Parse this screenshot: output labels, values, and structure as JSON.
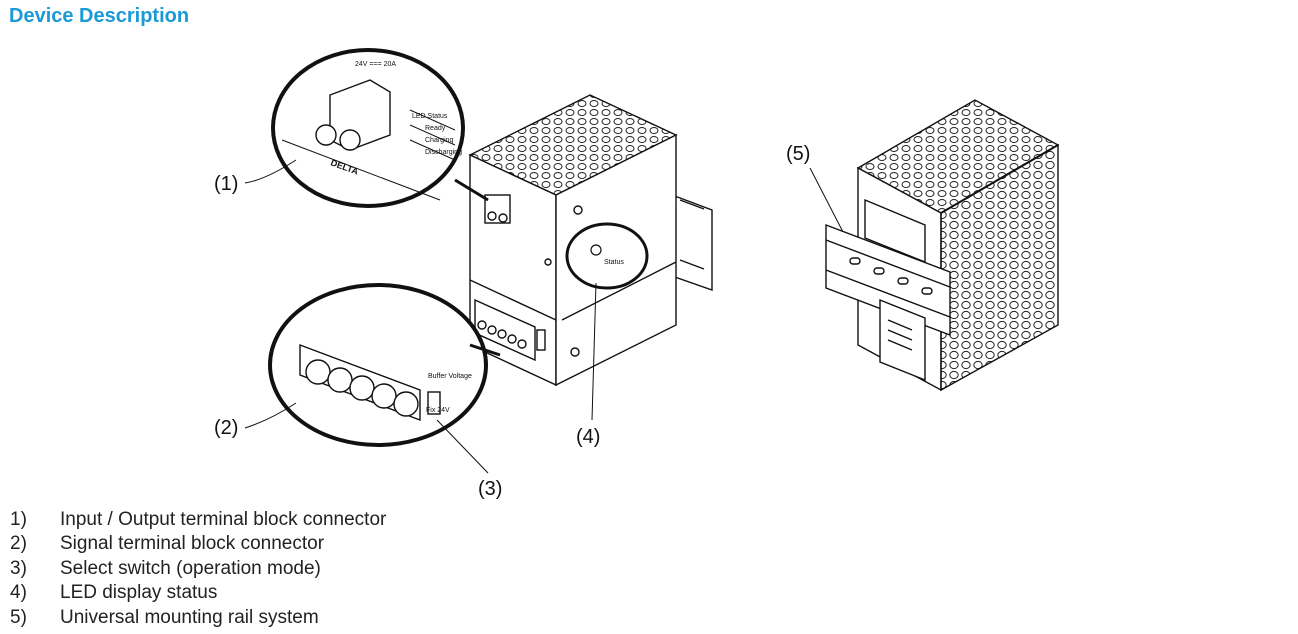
{
  "section_title": "Device Description",
  "callouts": [
    "(1)",
    "(2)",
    "(3)",
    "(4)",
    "(5)"
  ],
  "device_labels": {
    "rating": "24V === 20A",
    "led_status": "LED Status",
    "ready": "Ready",
    "charging": "Charging",
    "discharging": "Discharging",
    "brand": "DELTA",
    "status": "Status",
    "buffer_voltage": "Buffer Voltage",
    "fix_24v": "Fix 24V"
  },
  "items": [
    {
      "num": "1)",
      "text": "Input / Output terminal block connector"
    },
    {
      "num": "2)",
      "text": "Signal terminal block connector"
    },
    {
      "num": "3)",
      "text": "Select switch (operation mode)"
    },
    {
      "num": "4)",
      "text": "LED display status"
    },
    {
      "num": "5)",
      "text": "Universal mounting rail system"
    }
  ]
}
